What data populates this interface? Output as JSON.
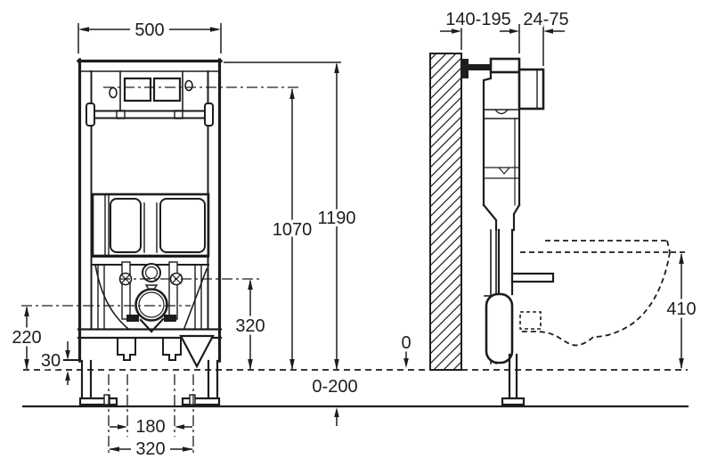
{
  "drawing": {
    "description": "Wall-hung WC concealed cistern frame installation drawing, front and side views",
    "line_color": "#1d1d1b",
    "background_color": "#ffffff",
    "dims": {
      "frame_width": "500",
      "flush_plate_center_height": "1070",
      "frame_height": "1190",
      "outlet_fixing_height": "320",
      "waste_pipe_center_height": "220",
      "foot_adjust_gap": "30",
      "outlet_spacing": "180",
      "foot_spacing": "320",
      "floor_buildup_range": "0-200",
      "wall_to_frame_front_range": "140-195",
      "flush_plate_depth_range": "24-75",
      "bowl_rim_height": "410",
      "finished_floor_level": "0"
    }
  }
}
